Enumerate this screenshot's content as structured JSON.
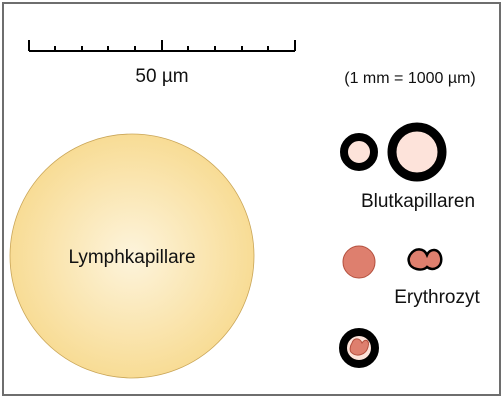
{
  "scale_bar": {
    "label": "50 µm",
    "conversion_note": "(1 mm = 1000 µm)"
  },
  "lymph": {
    "label": "Lymphkapillare"
  },
  "blood_capillaries": {
    "label": "Blutkapillaren"
  },
  "erythrocyte": {
    "label": "Erythrozyt"
  },
  "colors": {
    "border": "#6e6e6e",
    "lymph_fill": "#f8dc95",
    "lymph_highlight": "#fdf4dc",
    "vessel_wall": "#000000",
    "capillary_lumen": "#fde3da",
    "erythrocyte_fill": "#de7f6e",
    "erythrocyte_stroke": "#b4503e"
  }
}
